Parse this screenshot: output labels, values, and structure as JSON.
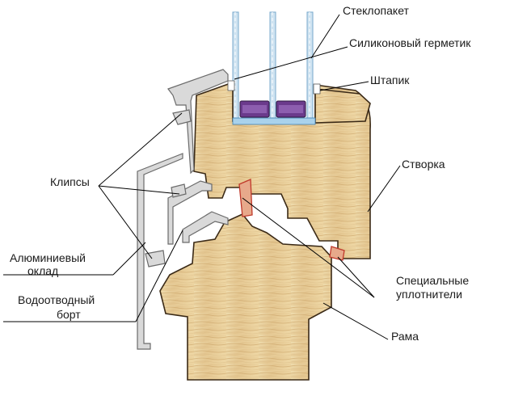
{
  "labels": {
    "steklopaket": "Стеклопакет",
    "silicone": "Силиконовый герметик",
    "shtapik": "Штапик",
    "stvorka": "Створка",
    "klipsy": "Клипсы",
    "aluminum_line1": "Алюминиевый",
    "aluminum_line2": "оклад",
    "drain_line1": "Водоотводный",
    "drain_line2": "борт",
    "seals_line1": "Специальные",
    "seals_line2": "уплотнители",
    "rama": "Рама"
  },
  "colors": {
    "wood_light": "#ecd6a6",
    "wood_dark": "#d2b07a",
    "glass_blue": "#9fc5e0",
    "spacer_purple": "#6b3a8c",
    "seal_red": "#c0392b",
    "metal_gray": "#d9d9d9"
  }
}
